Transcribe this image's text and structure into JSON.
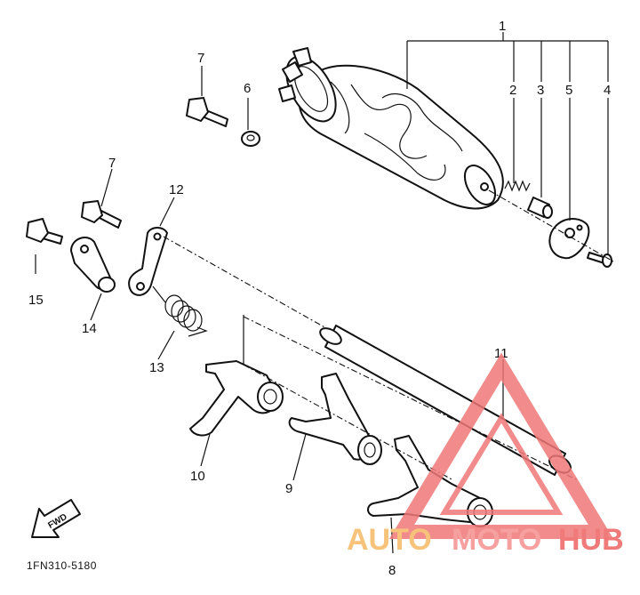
{
  "diagram": {
    "callouts": {
      "p1": "1",
      "p2": "2",
      "p3": "3",
      "p4": "4",
      "p5": "5",
      "p6": "6",
      "p7a": "7",
      "p7b": "7",
      "p8": "8",
      "p9": "9",
      "p10": "10",
      "p11": "11",
      "p12": "12",
      "p13": "13",
      "p14": "14",
      "p15": "15"
    },
    "direction_label": "FWD",
    "diagram_code": "1FN310-5180"
  },
  "watermark": {
    "text_auto": "AUTO",
    "text_moto": "MOTO",
    "text_hub": "HUB",
    "color_auto": "#f7c37a",
    "color_moto": "#f7a0a0",
    "color_hub": "#f07a7a",
    "triangle_color": "#f07878"
  }
}
